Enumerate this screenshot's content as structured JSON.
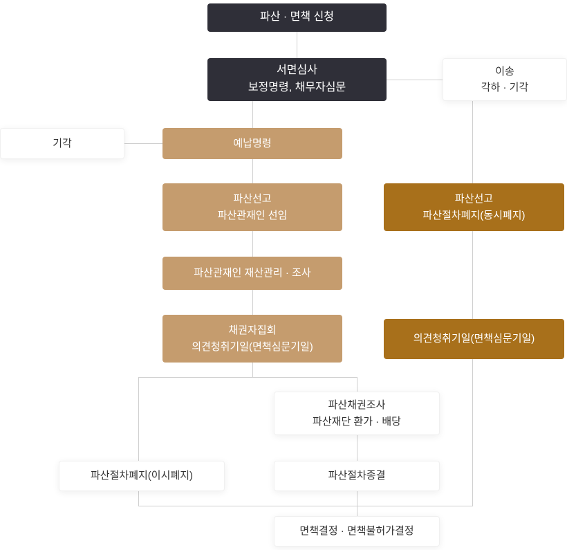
{
  "colors": {
    "dark": "#2f2f38",
    "tan": "#c59c6e",
    "brown": "#a8701b",
    "line": "#cfcfcf",
    "white_box_text": "#333333"
  },
  "nodes": {
    "application": {
      "line1": "파산 · 면책 신청"
    },
    "document_review": {
      "line1": "서면심사",
      "line2": "보정명령, 채무자심문"
    },
    "transfer_dismissal": {
      "line1": "이송",
      "line2": "각하 · 기각"
    },
    "rejection": {
      "line1": "기각"
    },
    "deposit_order": {
      "line1": "예납명령"
    },
    "bankruptcy_declaration_trustee": {
      "line1": "파산선고",
      "line2": "파산관재인 선임"
    },
    "simultaneous_abolition": {
      "line1": "파산선고",
      "line2": "파산절차폐지(동시폐지)"
    },
    "trustee_property_management": {
      "line1": "파산관재인 재산관리 · 조사"
    },
    "creditors_meeting": {
      "line1": "채권자집회",
      "line2": "의견청취기일(면책심문기일)"
    },
    "opinion_hearing_date": {
      "line1": "의견청취기일(면책심문기일)"
    },
    "claim_investigation": {
      "line1": "파산채권조사",
      "line2": "파산재단 환가 · 배당"
    },
    "abolition_after_declaration": {
      "line1": "파산절차폐지(이시폐지)"
    },
    "procedure_termination": {
      "line1": "파산절차종결"
    },
    "discharge_decision": {
      "line1": "면책결정 · 면책불허가결정"
    }
  }
}
